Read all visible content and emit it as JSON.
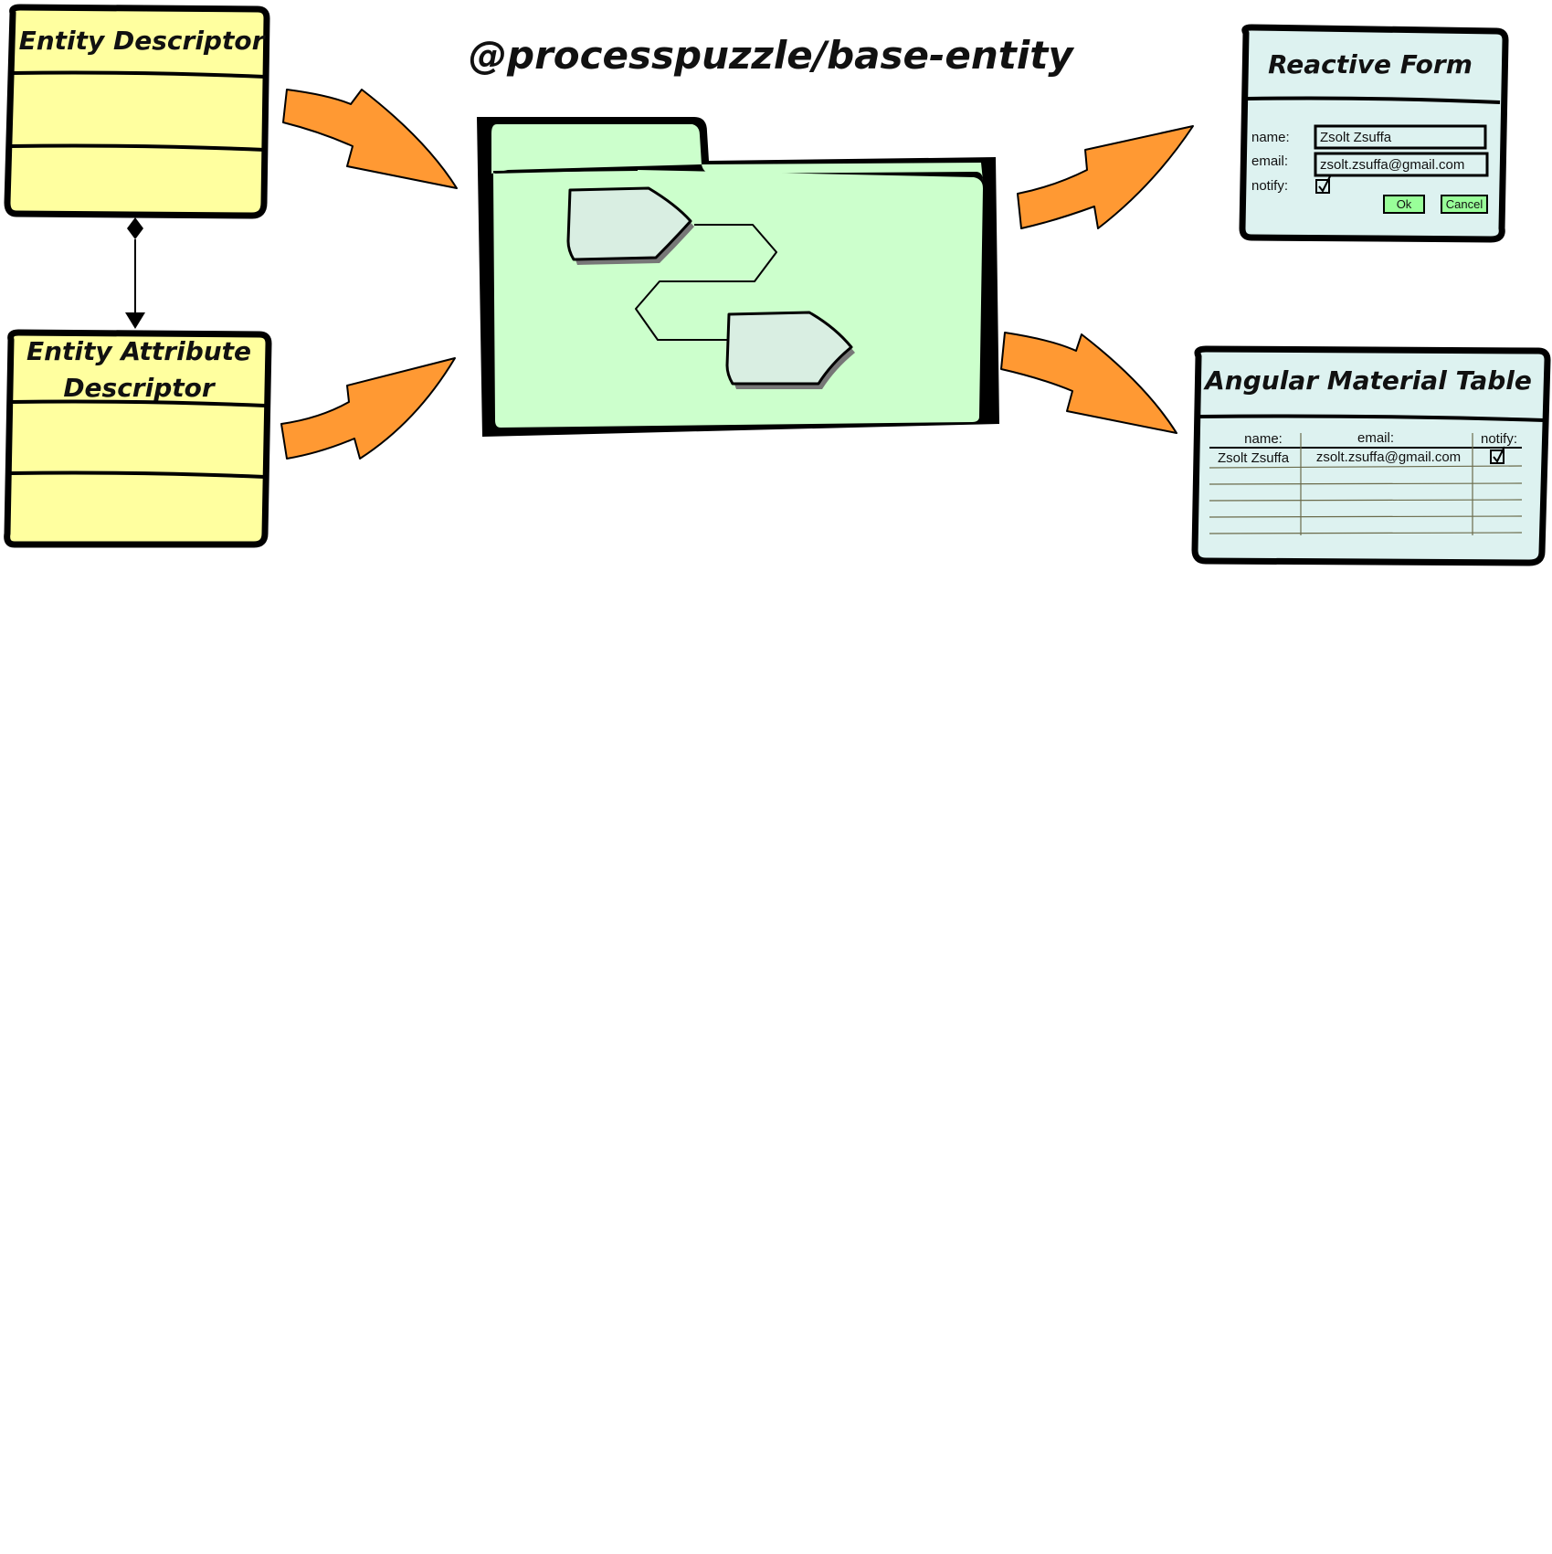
{
  "title": "@processpuzzle/base-entity",
  "entity_descriptor": {
    "label": "Entity Descriptor"
  },
  "entity_attribute_descriptor": {
    "label_line1": "Entity Attribute",
    "label_line2": "Descriptor"
  },
  "reactive_form": {
    "title": "Reactive Form",
    "name_label": "name:",
    "name_value": "Zsolt Zsuffa",
    "email_label": "email:",
    "email_value": "zsolt.zsuffa@gmail.com",
    "notify_label": "notify:",
    "notify_checked": true,
    "ok_label": "Ok",
    "cancel_label": "Cancel"
  },
  "material_table": {
    "title": "Angular Material Table",
    "headers": [
      "name:",
      "email:",
      "notify:"
    ],
    "rows": [
      {
        "name": "Zsolt Zsuffa",
        "email": "zsolt.zsuffa@gmail.com",
        "notify": true
      }
    ]
  },
  "colors": {
    "class_fill": "#ffff9f",
    "package_fill": "#ccffcc",
    "widget_fill": "#ddf2f0",
    "arrow_fill": "#ff9933",
    "node_fill": "#d9eee2",
    "button_fill": "#99ff99",
    "outline": "#000000"
  }
}
